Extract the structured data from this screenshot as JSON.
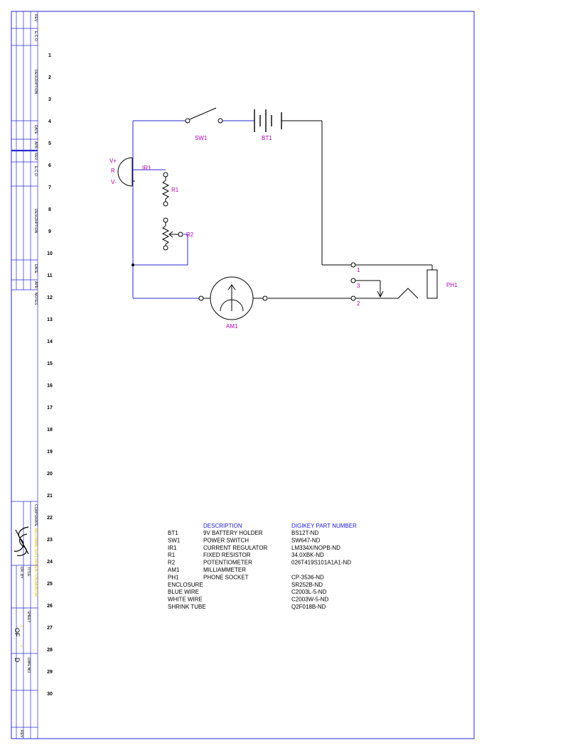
{
  "title_block": {
    "rev": "REV",
    "ecn": "E.C.O.",
    "description": "DESCRIPTION",
    "date": "DATE",
    "apprvd": "APR",
    "rev2": "REV",
    "ecn2": "E.C.O.",
    "description2": "DESCRIPTION",
    "date2": "DATE",
    "apprvd2": "APR",
    "notes": "NOTES",
    "corporate": "CORPORATE",
    "title_label": "TITLE",
    "title_value": "MILLIAMMETER CURRENT CALIBRATOR",
    "dr_by": "DR. BY",
    "sheet": "SHEET",
    "sheet_num": "1",
    "of": "OF",
    "sheet_total": "1",
    "size": "D",
    "drawing_no": "DWG NO.",
    "rev3": "REV"
  },
  "row_numbers": [
    "1",
    "2",
    "3",
    "4",
    "5",
    "6",
    "7",
    "8",
    "9",
    "10",
    "11",
    "12",
    "13",
    "14",
    "15",
    "16",
    "17",
    "18",
    "19",
    "20",
    "21",
    "22",
    "23",
    "24",
    "25",
    "26",
    "27",
    "28",
    "29",
    "30"
  ],
  "refdes": {
    "sw1": "SW1",
    "bt1": "BT1",
    "ir1": "IR1",
    "r1": "R1",
    "r2": "R2",
    "am1": "AM1",
    "ph1": "PH1",
    "vplus": "V+",
    "r": "R",
    "vminus": "V-",
    "pin1": "1",
    "pin2": "2",
    "pin3": "3"
  },
  "bom": {
    "header_description": "DESCRIPTION",
    "header_part": "DIGIKEY PART NUMBER",
    "rows": [
      {
        "ref": "BT1",
        "desc": "9V BATTERY HOLDER",
        "part": "BS12T-ND"
      },
      {
        "ref": "SW1",
        "desc": "POWER SWITCH",
        "part": "SW647-ND"
      },
      {
        "ref": "IR1",
        "desc": "CURRENT REGULATOR",
        "part": "LM334X/NOPB-ND"
      },
      {
        "ref": "R1",
        "desc": "FIXED RESISTOR",
        "part": "34.0XBK-ND"
      },
      {
        "ref": "R2",
        "desc": "POTENTIOMETER",
        "part": "026T419S101A1A1-ND"
      },
      {
        "ref": "AM1",
        "desc": "MILLIAMMETER",
        "part": ""
      },
      {
        "ref": "PH1",
        "desc": "PHONE SOCKET",
        "part": "CP-3536-ND"
      },
      {
        "ref": "ENCLOSURE",
        "desc": "",
        "part": "SR252B-ND"
      },
      {
        "ref": "BLUE WIRE",
        "desc": "",
        "part": "C2003L-5-ND"
      },
      {
        "ref": "WHITE WIRE",
        "desc": "",
        "part": "C2003W-5-ND"
      },
      {
        "ref": "SHRINK TUBE",
        "desc": "",
        "part": "Q2F018B-ND"
      }
    ]
  },
  "colors": {
    "border": "#2a2ad0",
    "wire_blue": "#2a2ad0",
    "wire_black": "#000000",
    "refdes": "#b000b0",
    "titleblock_yellow": "#d8c000",
    "header_blue": "#1a1ad0"
  }
}
